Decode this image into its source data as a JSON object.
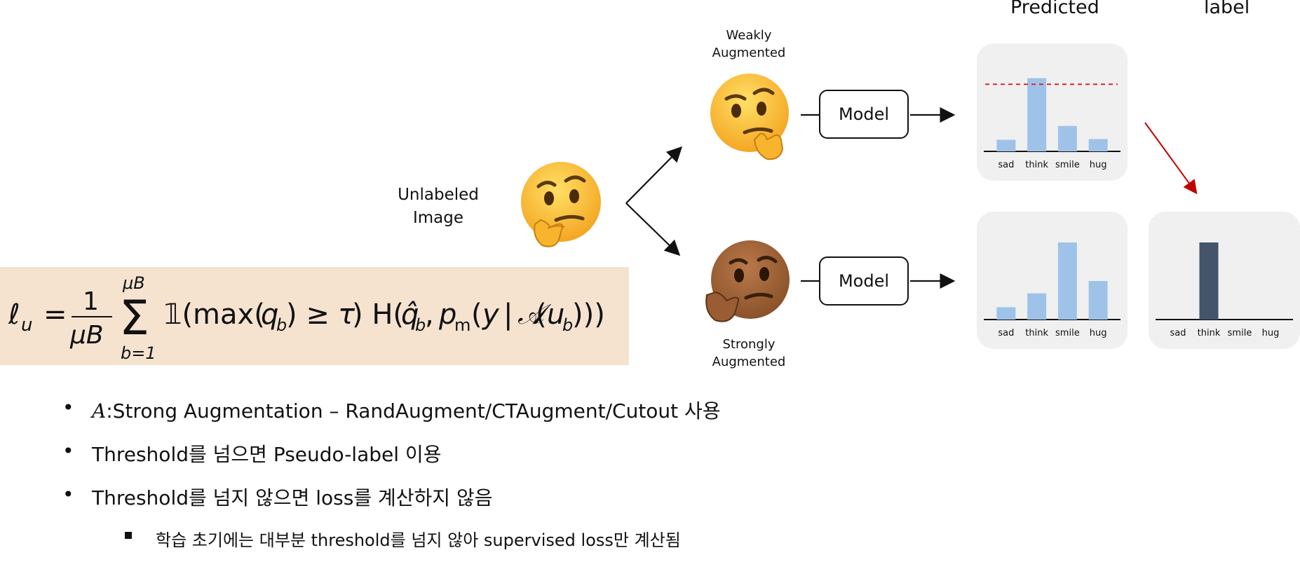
{
  "headers": {
    "predicted": "Predicted",
    "label": "label"
  },
  "captions": {
    "weak": [
      "Weakly",
      "Augmented"
    ],
    "strong": [
      "Strongly",
      "Augmented"
    ],
    "unlabeled": [
      "Unlabeled",
      "Image"
    ]
  },
  "model_label": "Model",
  "icons": {
    "thinking_yellow": "thinking-face-emoji",
    "thinking_brown": "thinking-face-dark-skin-emoji"
  },
  "colors": {
    "bar": "#9fc3e8",
    "label_bar": "#44546a",
    "threshold": "#d9262a",
    "panel": "#f0f0f0",
    "formula_bg": "#f5e3d0"
  },
  "chart_data": [
    {
      "type": "bar",
      "categories": [
        "sad",
        "think",
        "smile",
        "hug"
      ],
      "values": [
        0.15,
        0.95,
        0.33,
        0.16
      ],
      "threshold": 0.87
    },
    {
      "type": "bar",
      "categories": [
        "sad",
        "think",
        "smile",
        "hug"
      ],
      "values": [
        0.16,
        0.34,
        1.0,
        0.5
      ]
    },
    {
      "type": "bar",
      "categories": [
        "sad",
        "think",
        "smile",
        "hug"
      ],
      "values": [
        0,
        1.0,
        0,
        0
      ]
    }
  ],
  "bullets": [
    {
      "symbol": "𝐴",
      "text": ":Strong Augmentation – RandAugment/CTAugment/Cutout 사용"
    },
    {
      "text": "Threshold를 넘으면 Pseudo-label 이용"
    },
    {
      "text": "Threshold를 넘지 않으면 loss를 계산하지 않음"
    }
  ],
  "sub_bullet": "학습 초기에는 대부분 threshold를 넘지 않아 supervised loss만 계산됨"
}
